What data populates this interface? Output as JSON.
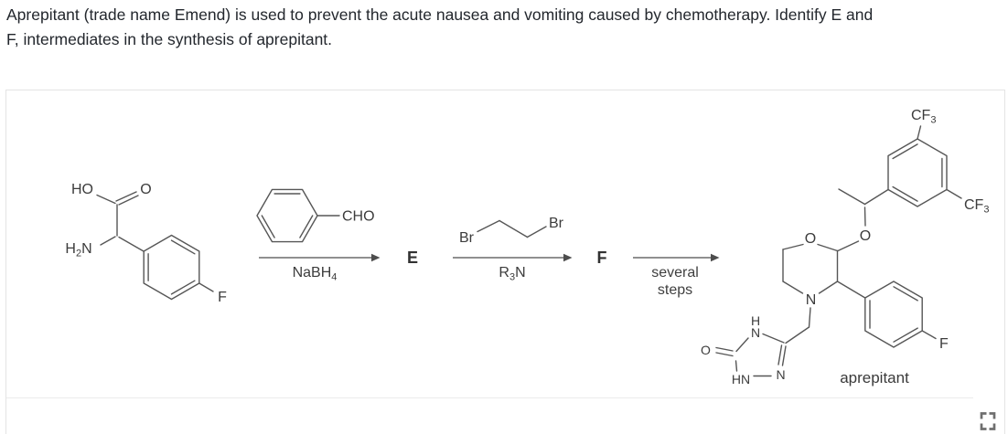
{
  "question": {
    "lines": [
      "Aprepitant (trade name Emend) is used to prevent the acute nausea and vomiting caused by chemotherapy. Identify E and",
      "F, intermediates in the synthesis of aprepitant."
    ]
  },
  "scheme": {
    "reactant1": {
      "label_ho": "HO",
      "label_carboxyl_o": "O",
      "label_h": "H",
      "label_h_sub": "2",
      "label_n": "N",
      "label_f": "F"
    },
    "step1": {
      "aldehyde_label": "CHO",
      "reagent_main": "NaBH",
      "reagent_sub": "4",
      "product_label": "E"
    },
    "step2": {
      "br_left": "Br",
      "br_right": "Br",
      "reagent_r": "R",
      "reagent_sub": "3",
      "reagent_n": "N",
      "product_label": "F"
    },
    "step3": {
      "caption_line1": "several",
      "caption_line2": "steps"
    },
    "product": {
      "cf3_main": "CF",
      "cf3_sub": "3",
      "ether_o": "O",
      "ring_o": "O",
      "ring_n": "N",
      "aryl_f": "F",
      "triazole_h": "H",
      "triazole_n1": "N",
      "triazole_n4": "N",
      "triazole_hn": "HN",
      "carbonyl_o": "O",
      "caption": "aprepitant"
    }
  },
  "icons": {
    "expand": "expand-icon"
  },
  "colors": {
    "question_text": "#23272d",
    "structure_line": "#565656",
    "structure_label": "#3c3c3c",
    "box_border": "#e4e4e4",
    "divider": "#ececec",
    "icon": "#6f6f6f"
  }
}
